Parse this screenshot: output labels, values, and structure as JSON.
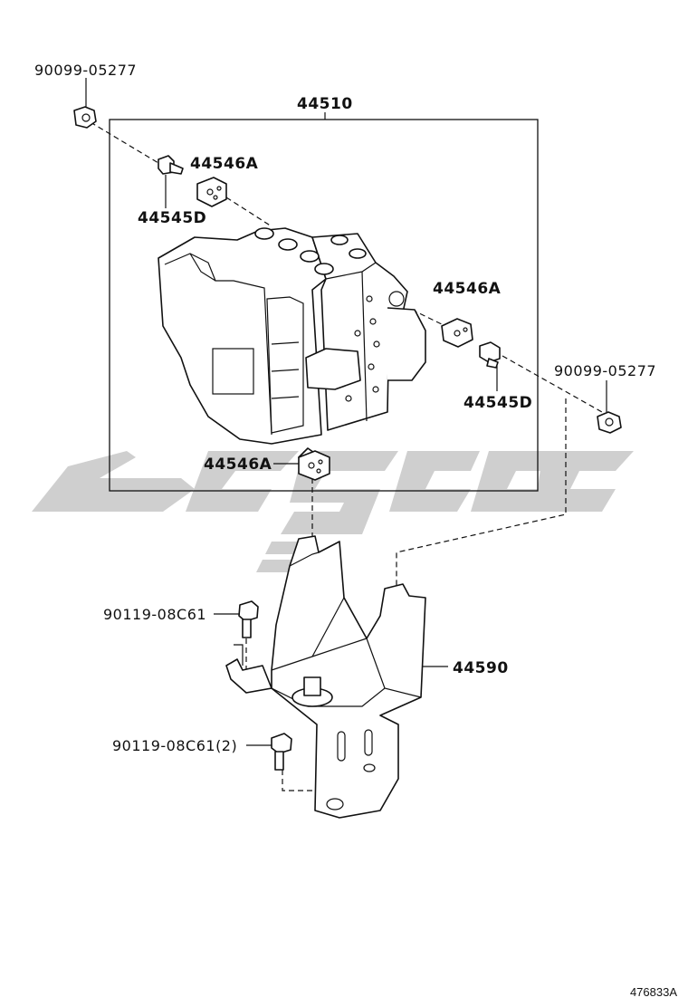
{
  "labels": {
    "bolt_top_left": "90099-05277",
    "assembly": "44510",
    "cap_upper": "44546A",
    "plug_upper": "44545D",
    "cap_right": "44546A",
    "plug_right": "44545D",
    "bolt_right": "90099-05277",
    "cap_bottom": "44546A",
    "bracket_bolt_upper": "90119-08C61",
    "bracket": "44590",
    "bracket_bolt_lower": "90119-08C61(2)"
  },
  "figure_id": "476833A",
  "colors": {
    "line": "#111111",
    "watermark": "#cfcfcf",
    "background": "#ffffff"
  }
}
